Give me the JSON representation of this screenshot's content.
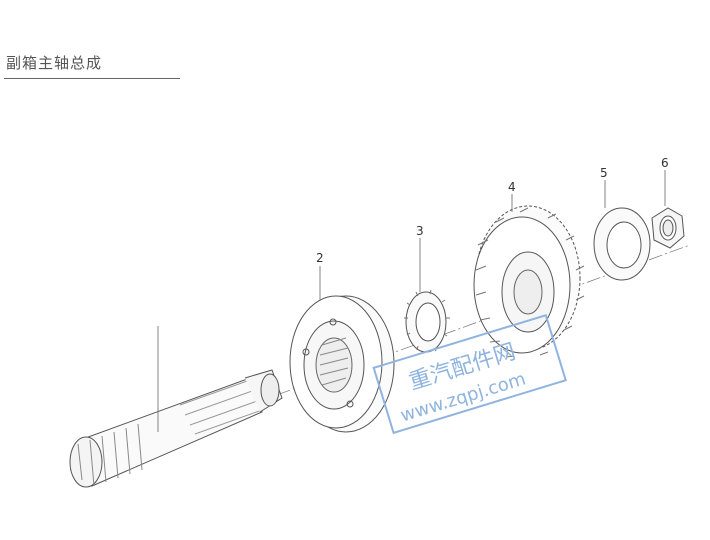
{
  "title": "副箱主轴总成",
  "callouts": [
    {
      "id": "shaft",
      "label": ""
    },
    {
      "id": "synchronizer",
      "label": "2"
    },
    {
      "id": "spacer-ring",
      "label": "3"
    },
    {
      "id": "gear",
      "label": "4"
    },
    {
      "id": "washer",
      "label": "5"
    },
    {
      "id": "nut",
      "label": "6"
    }
  ],
  "watermark": {
    "line1": "重汽配件网",
    "line2": "www.zqpj.com",
    "color": "#8fb4df"
  },
  "colors": {
    "ink": "#555555",
    "paper": "#ffffff"
  }
}
